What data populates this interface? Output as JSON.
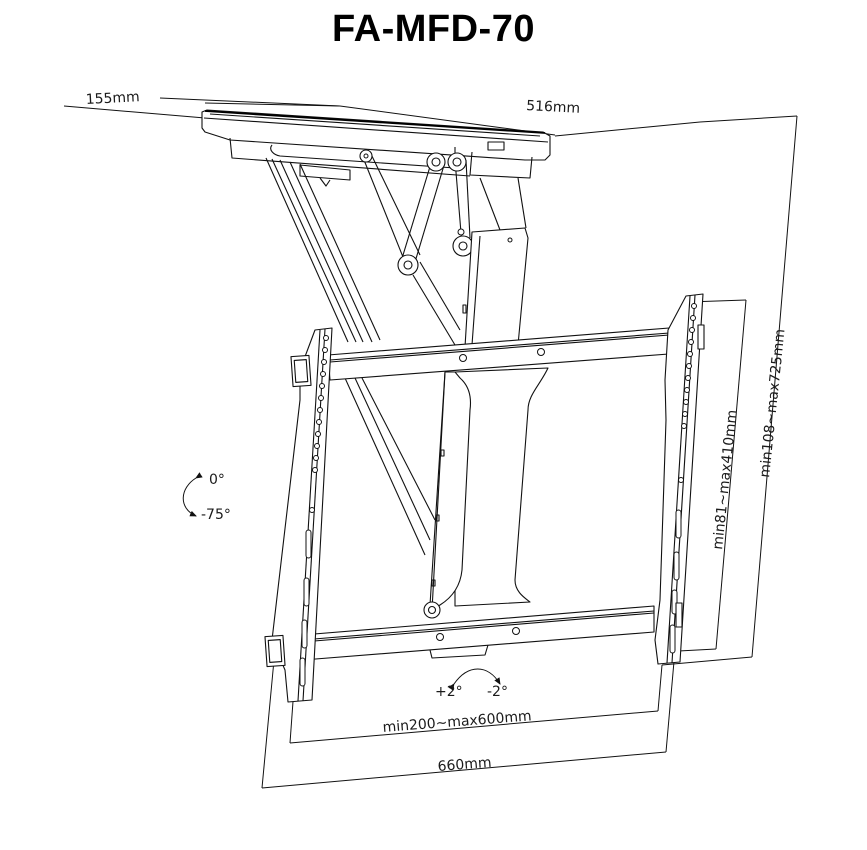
{
  "title": "FA-MFD-70",
  "dimensions": {
    "depth": "155mm",
    "width_top": "516mm",
    "total_height": "min108~max725mm",
    "vesa_vertical": "min81~max410mm",
    "vesa_horizontal": "min200~max600mm",
    "total_width": "660mm"
  },
  "tilt": {
    "upper": "0°",
    "lower": "-75°"
  },
  "swivel": {
    "left": "+2°",
    "right": "-2°"
  },
  "colors": {
    "line": "#111111",
    "background": "#ffffff",
    "text": "#000000"
  }
}
